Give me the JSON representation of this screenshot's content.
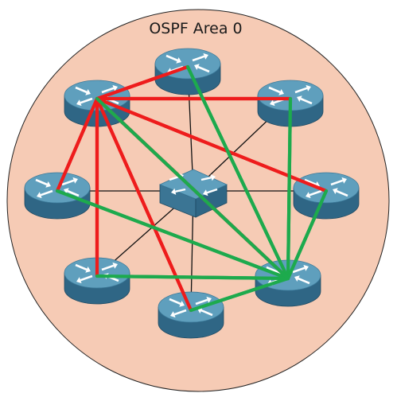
{
  "diagram": {
    "area_label": "OSPF Area 0",
    "colors": {
      "area_fill": "#f6cbb5",
      "area_stroke": "#222222",
      "link": "#111111",
      "dr_adjacency": "#ee1c1c",
      "bdr_adjacency": "#1daa4d",
      "router_top": "#5f9fbd",
      "router_side": "#2f6685",
      "arrow": "#ffffff"
    },
    "routers": [
      {
        "id": "r-top",
        "role": "router"
      },
      {
        "id": "r-upper-left",
        "role": "designated-router"
      },
      {
        "id": "r-upper-right",
        "role": "router"
      },
      {
        "id": "r-left",
        "role": "router"
      },
      {
        "id": "r-right",
        "role": "router"
      },
      {
        "id": "r-lower-left",
        "role": "router"
      },
      {
        "id": "r-bottom",
        "role": "router"
      },
      {
        "id": "r-lower-right",
        "role": "backup-designated-router"
      }
    ],
    "switch": {
      "id": "sw-center",
      "role": "switch"
    },
    "dr_adjacencies": [
      "r-top",
      "r-upper-right",
      "r-right",
      "r-left",
      "r-lower-left",
      "r-bottom",
      "r-lower-right"
    ],
    "bdr_adjacencies": [
      "r-top",
      "r-upper-right",
      "r-right",
      "r-left",
      "r-lower-left",
      "r-bottom",
      "r-upper-left"
    ]
  }
}
